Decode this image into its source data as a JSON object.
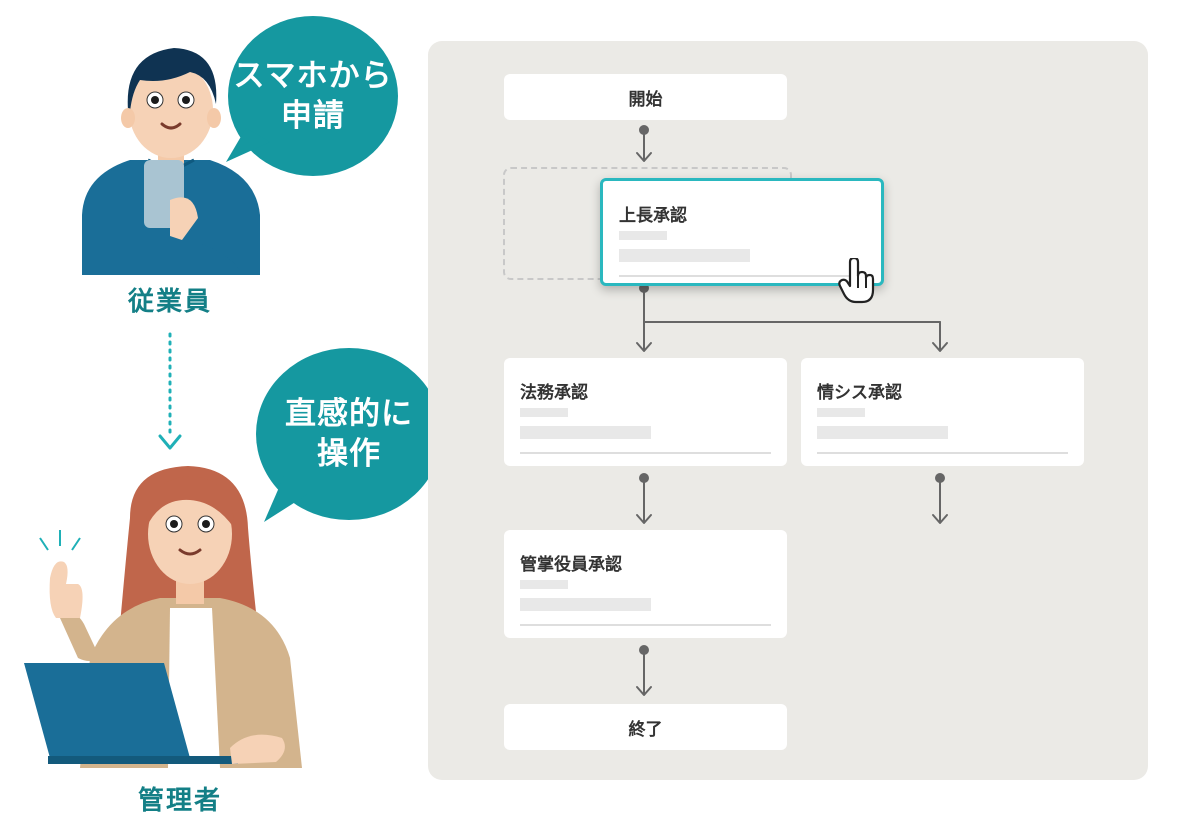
{
  "bubbles": {
    "employee": "スマホから\n申請",
    "manager": "直感的に\n操作"
  },
  "roles": {
    "employee": "従業員",
    "manager": "管理者"
  },
  "flow": {
    "start": "開始",
    "supervisor": "上長承認",
    "legal": "法務承認",
    "it": "情シス承認",
    "executive": "管掌役員承認",
    "end": "終了"
  },
  "icons": {
    "cursor": "hand-pointer-icon"
  },
  "colors": {
    "accent": "#1598a0",
    "label": "#137f86",
    "active_border": "#2ab8bf",
    "panel": "#ebeae6"
  }
}
